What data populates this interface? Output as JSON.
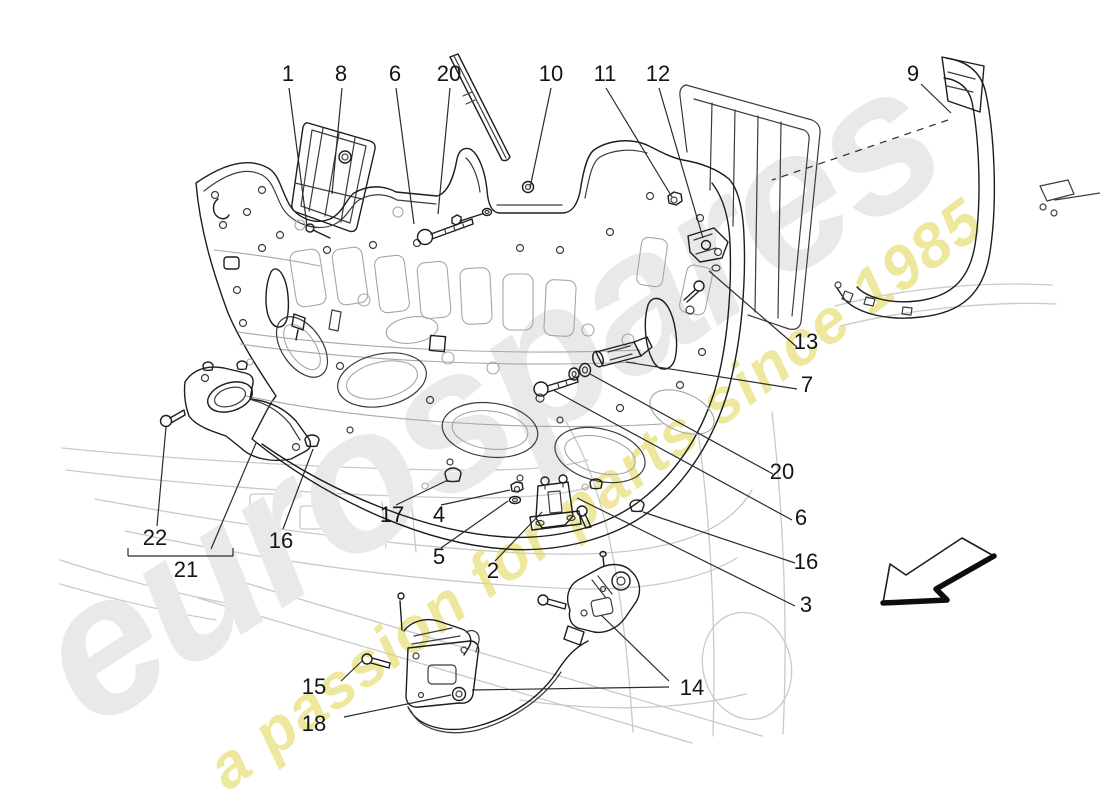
{
  "diagram": {
    "kind": "exploded-parts-diagram",
    "subject": "trunk lid inner panel, trim panels, latches and fasteners",
    "callouts": [
      {
        "label": "1"
      },
      {
        "label": "8"
      },
      {
        "label": "6"
      },
      {
        "label": "20"
      },
      {
        "label": "10"
      },
      {
        "label": "11"
      },
      {
        "label": "12"
      },
      {
        "label": "9"
      },
      {
        "label": "13"
      },
      {
        "label": "7"
      },
      {
        "label": "20"
      },
      {
        "label": "6"
      },
      {
        "label": "16"
      },
      {
        "label": "3"
      },
      {
        "label": "22"
      },
      {
        "label": "21"
      },
      {
        "label": "16"
      },
      {
        "label": "17"
      },
      {
        "label": "4"
      },
      {
        "label": "5"
      },
      {
        "label": "2"
      },
      {
        "label": "15"
      },
      {
        "label": "18"
      },
      {
        "label": "14"
      }
    ],
    "arrow_direction": "down-left"
  },
  "watermark": {
    "brand": "eurospares",
    "tagline": "a passion for parts since 1985",
    "brand_color": "#e9e9e9",
    "tagline_color": "#e4db63"
  },
  "colors": {
    "background": "#ffffff",
    "line_art": "#1d1d1d",
    "secondary_art": "#3c3c3c",
    "pressing_lines": "#a6a6a6",
    "body_outline": "#c9c9c9",
    "callout_text": "#141414"
  }
}
